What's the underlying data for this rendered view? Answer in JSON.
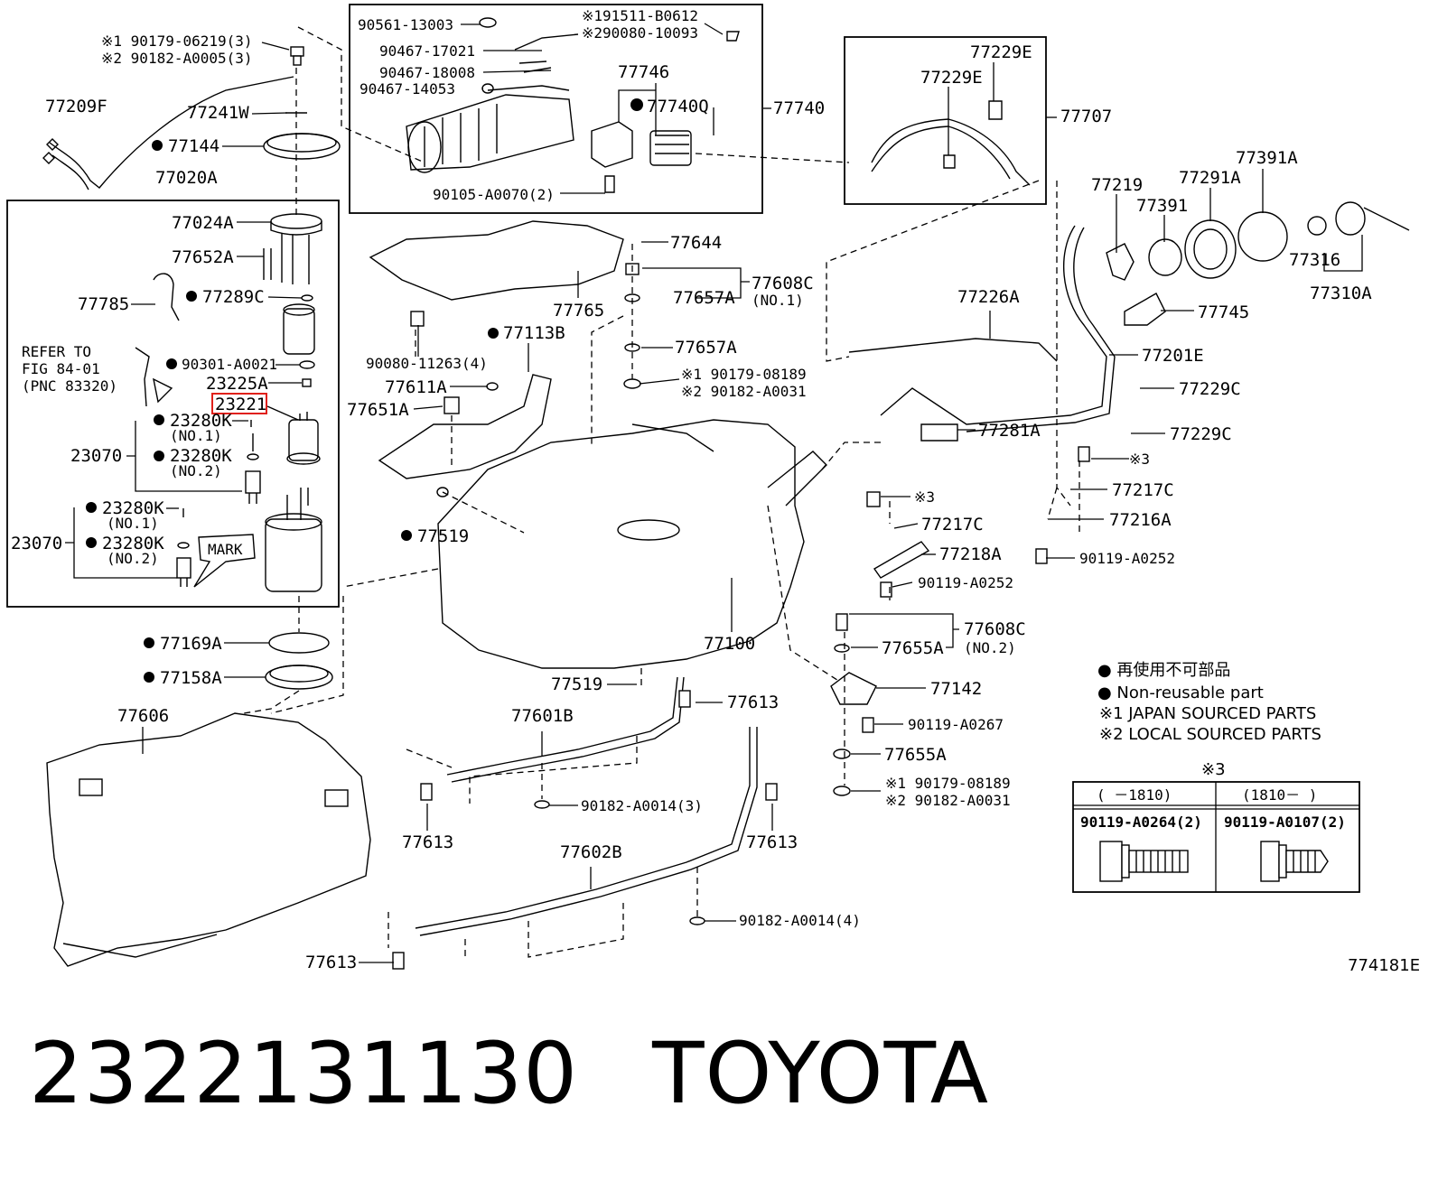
{
  "figure_code": "774181E",
  "caption": {
    "part_number": "2322131130",
    "brand": "TOYOTA"
  },
  "highlighted_part": "23221",
  "labels": {
    "l_90179_06219": "※1 90179-06219(3)",
    "l_90182_A0005": "※2 90182-A0005(3)",
    "l_77209F": "77209F",
    "l_77241W": "77241W",
    "l_77144": "77144",
    "l_77020A": "77020A",
    "l_77024A": "77024A",
    "l_77652A": "77652A",
    "l_77785": "77785",
    "l_77289C": "77289C",
    "l_refer1": "REFER TO",
    "l_refer2": "FIG 84-01",
    "l_refer3": "(PNC 83320)",
    "l_90301": "90301-A0021",
    "l_23225A": "23225A",
    "l_23221": "23221",
    "l_23280K_a": "23280K",
    "l_no1_a": "(NO.1)",
    "l_23070_a": "23070",
    "l_23280K_b": "23280K",
    "l_no2_a": "(NO.2)",
    "l_23280K_c": "23280K",
    "l_no1_b": "(NO.1)",
    "l_23070_b": "23070",
    "l_23280K_d": "23280K",
    "l_no2_b": "(NO.2)",
    "l_mark": "MARK",
    "l_77169A": "77169A",
    "l_77158A": "77158A",
    "l_77606": "77606",
    "l_90561": "90561-13003",
    "l_90467_17021": "90467-17021",
    "l_90467_18008": "90467-18008",
    "l_90467_14053": "90467-14053",
    "l_191511": "※191511-B0612",
    "l_290080": "※290080-10093",
    "l_77746": "77746",
    "l_77740Q": "77740Q",
    "l_77740": "77740",
    "l_90105": "90105-A0070(2)",
    "l_77229E_a": "77229E",
    "l_77229E_b": "77229E",
    "l_77707": "77707",
    "l_77644": "77644",
    "l_77765": "77765",
    "l_77608C_a": "77608C",
    "l_no1_c": "(NO.1)",
    "l_77657A_a": "77657A",
    "l_77657A_b": "77657A",
    "l_90179_08189_a": "※1 90179-08189",
    "l_90182_A0031_a": "※2 90182-A0031",
    "l_90080": "90080-11263(4)",
    "l_77113B": "77113B",
    "l_77611A": "77611A",
    "l_77651A": "77651A",
    "l_77519_a": "77519",
    "l_77100": "77100",
    "l_77519_b": "77519",
    "l_77601B": "77601B",
    "l_77613_a": "77613",
    "l_90182_A0014_3": "90182-A0014(3)",
    "l_77613_b": "77613",
    "l_77602B": "77602B",
    "l_77613_c": "77613",
    "l_90182_A0014_4": "90182-A0014(4)",
    "l_77613_d": "77613",
    "l_77219": "77219",
    "l_77391": "77391",
    "l_77291A": "77291A",
    "l_77391A": "77391A",
    "l_77316": "77316",
    "l_77310A": "77310A",
    "l_77226A": "77226A",
    "l_77745": "77745",
    "l_77201E": "77201E",
    "l_77229C_a": "77229C",
    "l_77281A": "77281A",
    "l_77229C_b": "77229C",
    "l_x3_a": "※3",
    "l_77217C_a": "77217C",
    "l_x3_b": "※3",
    "l_77217C_b": "77217C",
    "l_77216A": "77216A",
    "l_77218A": "77218A",
    "l_90119_A0252_a": "90119-A0252",
    "l_90119_A0252_b": "90119-A0252",
    "l_77608C_b": "77608C",
    "l_no2_c": "(NO.2)",
    "l_77655A_a": "77655A",
    "l_77142": "77142",
    "l_90119_A0267": "90119-A0267",
    "l_77655A_b": "77655A",
    "l_90179_08189_b": "※1 90179-08189",
    "l_90182_A0031_b": "※2 90182-A0031"
  },
  "legend": {
    "line1": "● 再使用不可部品",
    "line2": "● Non-reusable part",
    "line3": "※1 JAPAN SOURCED PARTS",
    "line4": "※2 LOCAL SOURCED PARTS"
  },
  "note_table": {
    "title": "※3",
    "col1_header": "(   －1810)",
    "col2_header": "(1810－   )",
    "col1_part": "90119-A0264(2)",
    "col2_part": "90119-A0107(2)"
  },
  "non_reusable_marker": "●"
}
